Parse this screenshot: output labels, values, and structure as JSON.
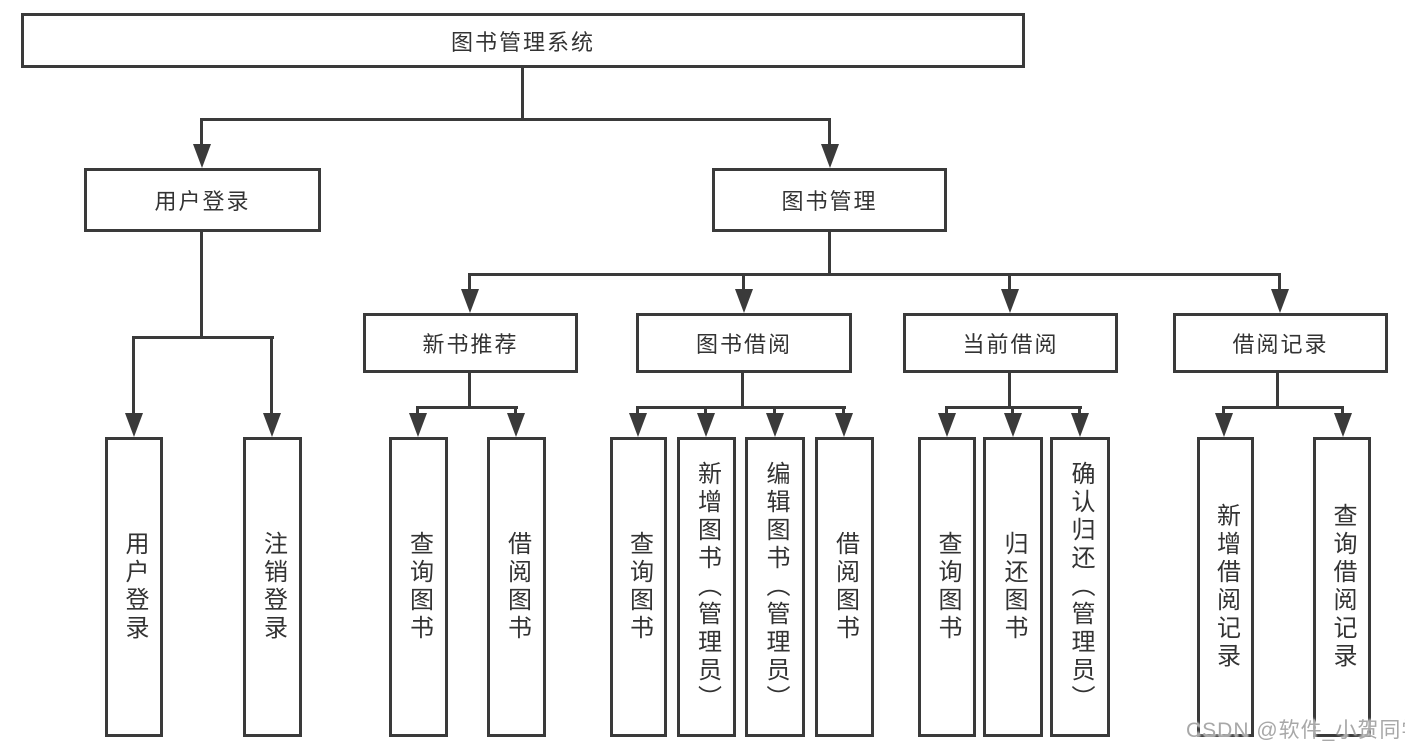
{
  "title": "图书管理系统",
  "level2": {
    "user_login": "用户登录",
    "book_management": "图书管理"
  },
  "level3": {
    "new_book_recommend": "新书推荐",
    "book_borrow": "图书借阅",
    "current_borrow": "当前借阅",
    "borrow_records": "借阅记录"
  },
  "leaves": {
    "user_login": [
      "用户登录",
      "注销登录"
    ],
    "new_book_recommend": [
      "查询图书",
      "借阅图书"
    ],
    "book_borrow": [
      "查询图书",
      "新增图书（管理员）",
      "编辑图书（管理员）",
      "借阅图书"
    ],
    "current_borrow": [
      "查询图书",
      "归还图书",
      "确认归还（管理员）"
    ],
    "borrow_records": [
      "新增借阅记录",
      "查询借阅记录"
    ]
  },
  "watermark": "CSDN @软件_小贺同学",
  "colors": {
    "line": "#3a3a3a",
    "text": "#333333",
    "watermark": "#a8a8a8",
    "background": "#ffffff"
  }
}
